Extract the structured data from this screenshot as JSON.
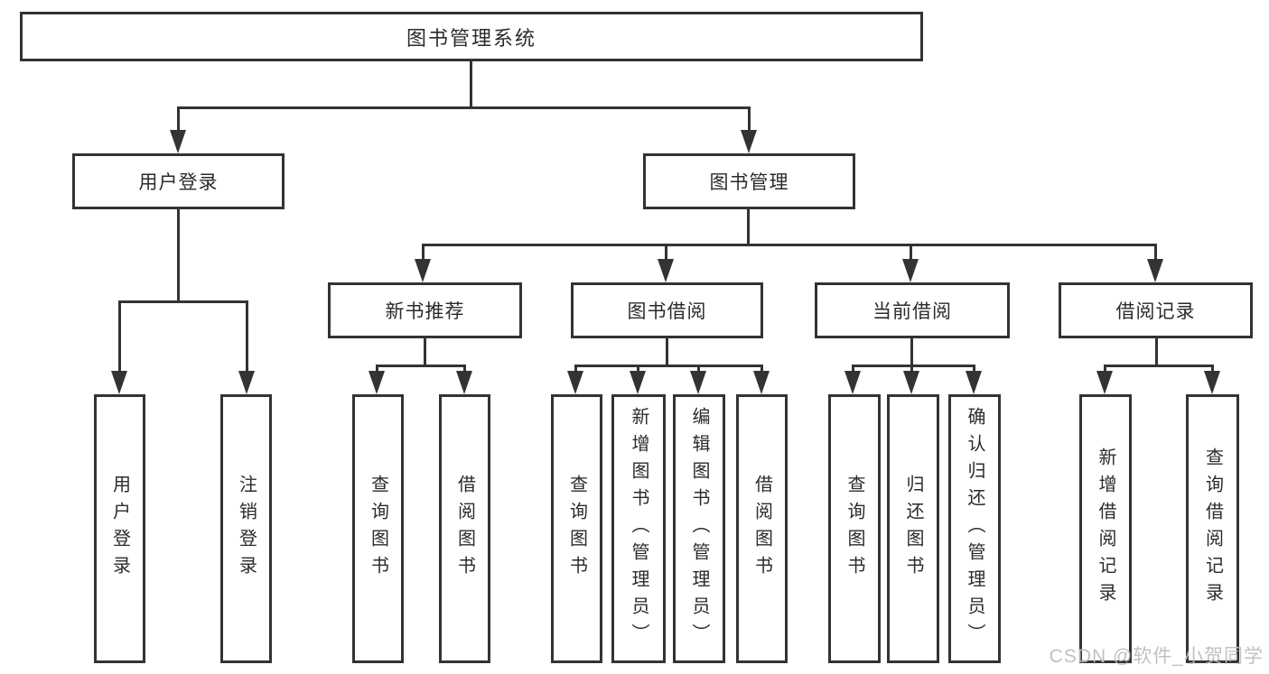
{
  "tree": {
    "root": "图书管理系统",
    "branches": [
      {
        "label": "用户登录",
        "children": [
          "用户登录",
          "注销登录"
        ]
      },
      {
        "label": "图书管理",
        "groups": [
          {
            "label": "新书推荐",
            "children": [
              "查询图书",
              "借阅图书"
            ]
          },
          {
            "label": "图书借阅",
            "children": [
              "查询图书",
              "新增图书（管理员）",
              "编辑图书（管理员）",
              "借阅图书"
            ]
          },
          {
            "label": "当前借阅",
            "children": [
              "查询图书",
              "归还图书",
              "确认归还（管理员）"
            ]
          },
          {
            "label": "借阅记录",
            "children": [
              "新增借阅记录",
              "查询借阅记录"
            ]
          }
        ]
      }
    ]
  },
  "watermark": "CSDN @软件_小贺同学",
  "colors": {
    "line": "#333333",
    "box_border": "#333333",
    "text": "#2b2b2b",
    "watermark": "#bebec2",
    "background": "#ffffff"
  }
}
